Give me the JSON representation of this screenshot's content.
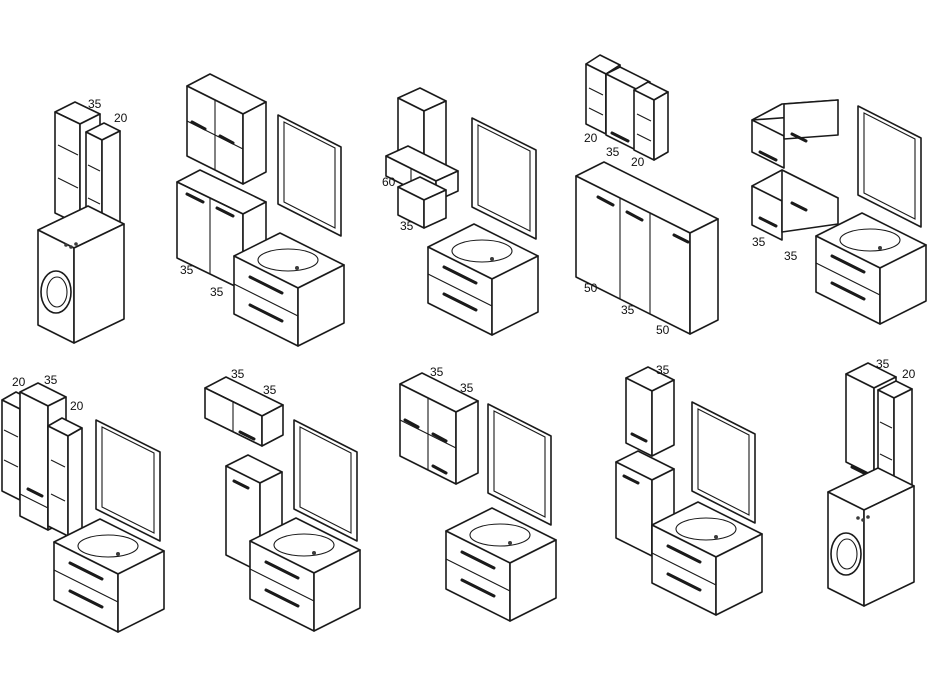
{
  "sets": [
    {
      "labels": [
        "35",
        "20"
      ]
    },
    {
      "labels": [
        "35",
        "35"
      ]
    },
    {
      "labels": [
        "60",
        "35"
      ]
    },
    {
      "labels": [
        "20",
        "35",
        "20",
        "50",
        "35",
        "50"
      ]
    },
    {
      "labels": [
        "35",
        "35"
      ]
    },
    {
      "labels": [
        "20",
        "35",
        "20"
      ]
    },
    {
      "labels": [
        "35",
        "35"
      ]
    },
    {
      "labels": [
        "35",
        "35"
      ]
    },
    {
      "labels": [
        "35"
      ]
    },
    {
      "labels": [
        "35",
        "20"
      ]
    }
  ]
}
